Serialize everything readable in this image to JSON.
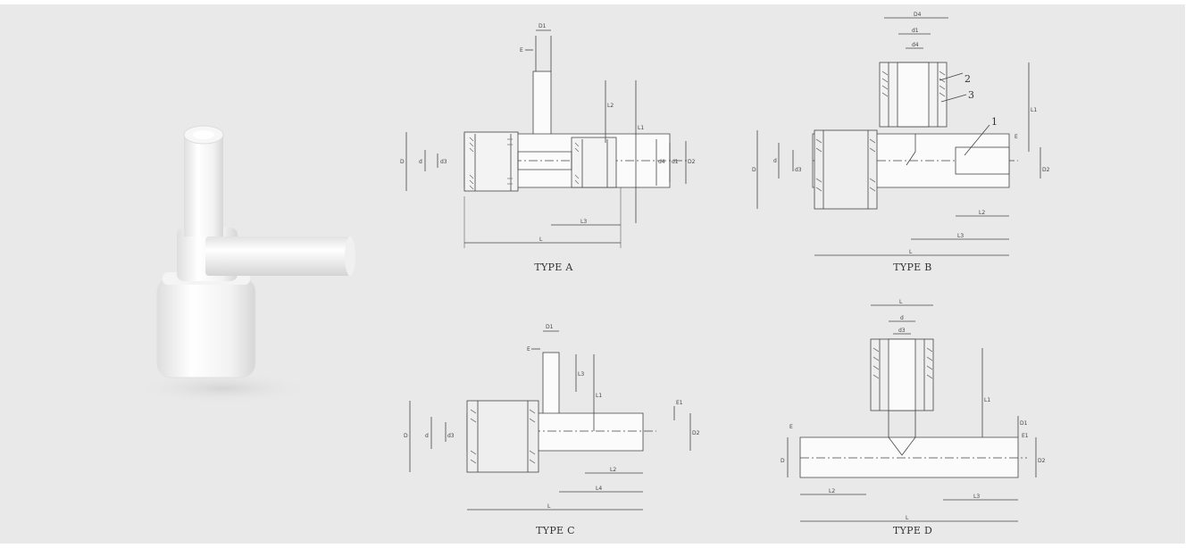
{
  "types": {
    "a": {
      "caption": "TYPE A",
      "dims": {
        "D": "D",
        "d": "d",
        "d3": "d3",
        "d4": "d4",
        "d1": "d1",
        "D2": "D2",
        "D1": "D1",
        "E": "E",
        "L": "L",
        "L1": "L1",
        "L2": "L2",
        "L3": "L3"
      }
    },
    "b": {
      "caption": "TYPE B",
      "dims": {
        "D": "D",
        "d": "d",
        "d3": "d3",
        "D4": "D4",
        "d1": "d1",
        "d4": "d4",
        "D2": "D2",
        "E": "E",
        "L": "L",
        "L1": "L1",
        "L2": "L2",
        "L3": "L3"
      },
      "callouts": {
        "c1": "1",
        "c2": "2",
        "c3": "3"
      }
    },
    "c": {
      "caption": "TYPE C",
      "dims": {
        "D": "D",
        "d": "d",
        "d3": "d3",
        "D1": "D1",
        "D2": "D2",
        "E": "E",
        "E1": "E1",
        "L": "L",
        "L1": "L1",
        "L2": "L2",
        "L3": "L3",
        "L4": "L4"
      }
    },
    "d": {
      "caption": "TYPE D",
      "dims": {
        "L": "L",
        "d": "d",
        "d3": "d3",
        "D": "D",
        "D1": "D1",
        "D2": "D2",
        "E": "E",
        "E1": "E1",
        "L1": "L1",
        "L2": "L2",
        "L3": "L3"
      }
    }
  },
  "colors": {
    "background": "#e9e9e9",
    "line": "#444444",
    "hatch": "#777777",
    "fitting": "#fbfbfb"
  }
}
